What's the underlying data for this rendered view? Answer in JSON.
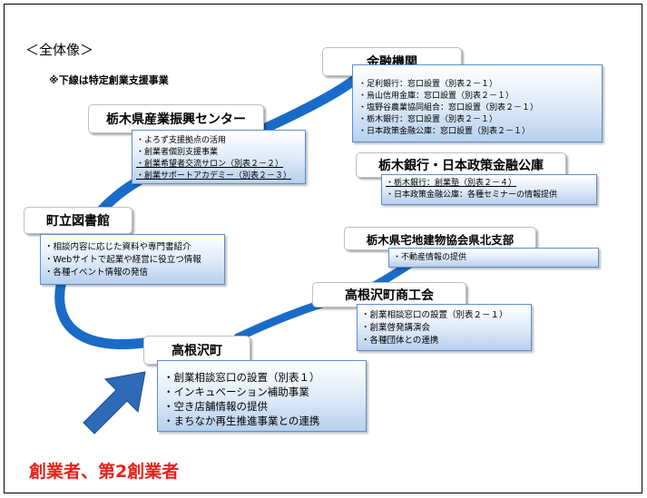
{
  "heading": "＜全体像＞",
  "note": "※下線は特定創業支援事業",
  "founder_label": "創業者、第2創業者",
  "colors": {
    "curve": "#1a6bc9",
    "arrow": "#2d6bb6",
    "founder": "#e8201b",
    "list_border": "#5a8fd0"
  },
  "nodes": {
    "kinyu": {
      "title": "金融機関",
      "items": [
        {
          "text": "・足利銀行：窓口設置（別表２－１）",
          "underline": false
        },
        {
          "text": "・烏山信用金庫：窓口設置（別表２－１）",
          "underline": false
        },
        {
          "text": "・塩野谷農業協同組合：窓口設置（別表２－１）",
          "underline": false
        },
        {
          "text": "・栃木銀行：窓口設置（別表２－１）",
          "underline": false
        },
        {
          "text": "・日本政策金融公庫：窓口設置（別表２－１）",
          "underline": false
        }
      ]
    },
    "sangyo": {
      "title": "栃木県産業振興センター",
      "items": [
        {
          "text": "・よろず支援拠点の活用",
          "underline": false
        },
        {
          "text": "・創業者個別支援事業",
          "underline": false
        },
        {
          "text": "・創業希望者交流サロン（別表２－２）",
          "underline": true
        },
        {
          "text": "・創業サポートアカデミー（別表２－３）",
          "underline": true
        }
      ]
    },
    "tochigi_bank": {
      "title": "栃木銀行・日本政策金融公庫",
      "items": [
        {
          "text": "・栃木銀行：創業塾（別表２－４）",
          "underline": true
        },
        {
          "text": "・日本政策金融公庫：各種セミナーの情報提供",
          "underline": false
        }
      ]
    },
    "library": {
      "title": "町立図書館",
      "items": [
        {
          "text": "・相談内容に応じた資料や専門書紹介",
          "underline": false
        },
        {
          "text": "・Webサイトで起業や経営に役立つ情報",
          "underline": false
        },
        {
          "text": "・各種イベント情報の発信",
          "underline": false
        }
      ]
    },
    "takken": {
      "title": "栃木県宅地建物協会県北支部",
      "items": [
        {
          "text": "・不動産情報の提供",
          "underline": false
        }
      ]
    },
    "shokokai": {
      "title": "高根沢町商工会",
      "items": [
        {
          "text": "・創業相談窓口の設置（別表２－１）",
          "underline": false
        },
        {
          "text": "・創業啓発講演会",
          "underline": false
        },
        {
          "text": "・各種団体との連携",
          "underline": false
        }
      ]
    },
    "town": {
      "title": "高根沢町",
      "items": [
        {
          "text": "・創業相談窓口の設置（別表１）",
          "underline": false
        },
        {
          "text": "・インキュベーション補助事業",
          "underline": false
        },
        {
          "text": "・空き店舗情報の提供",
          "underline": false
        },
        {
          "text": "・まちなか再生推進事業との連携",
          "underline": false
        }
      ]
    }
  }
}
